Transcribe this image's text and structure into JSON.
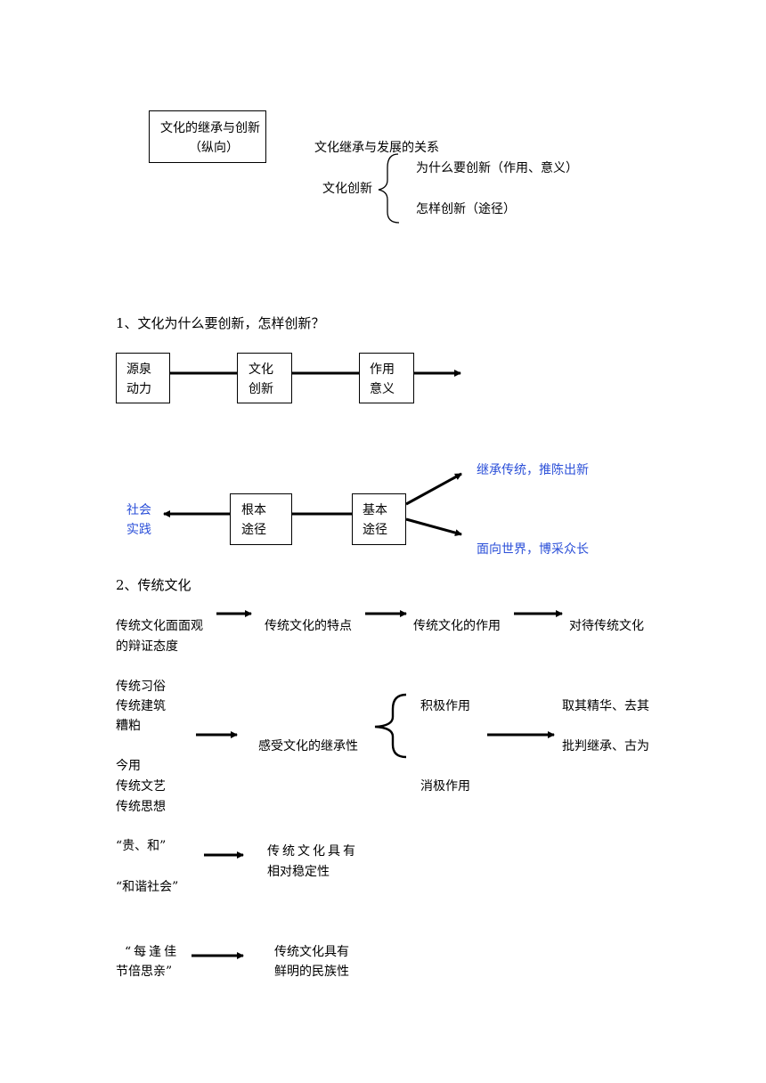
{
  "top": {
    "box_line1": "文化的继承与创新",
    "box_line2": "（纵向）",
    "relation": "文化继承与发展的关系",
    "innovation": "文化创新",
    "why": "为什么要创新（作用、意义）",
    "how": "怎样创新（途径）"
  },
  "section1": {
    "heading": "1、文化为什么要创新，怎样创新？",
    "row1": [
      {
        "line1": "源泉",
        "line2": "动力"
      },
      {
        "line1": "文化",
        "line2": "创新"
      },
      {
        "line1": "作用",
        "line2": "意义"
      }
    ],
    "row2": {
      "left_line1": "社会",
      "left_line2": "实践",
      "box1_line1": "根本",
      "box1_line2": "途径",
      "box2_line1": "基本",
      "box2_line2": "途径",
      "upper": "继承传统，推陈出新",
      "lower": "面向世界，博采众长"
    },
    "accent_color": "#2b4fd8"
  },
  "section2": {
    "heading": "2、传统文化",
    "flow1": {
      "item1_line1": "传统文化面面观",
      "item1_line2": "的辩证态度",
      "item2": "传统文化的特点",
      "item3": "传统文化的作用",
      "item4": "对待传统文化"
    },
    "block": {
      "left": [
        "传统习俗",
        "传统建筑",
        "糟粕",
        "今用",
        "传统文艺",
        "传统思想"
      ],
      "middle": "感受文化的继承性",
      "positive": "积极作用",
      "negative": "消极作用",
      "right1": "取其精华、去其",
      "right2": "批判继承、古为"
    },
    "pair1": {
      "left1": "“贵、和”",
      "left2": "“和谐社会”",
      "right1": "传统文化具有",
      "right2": "相对稳定性"
    },
    "pair2": {
      "left1": "“每逢佳",
      "left2": "节倍思亲”",
      "right1": "传统文化具有",
      "right2": "鲜明的民族性"
    }
  }
}
